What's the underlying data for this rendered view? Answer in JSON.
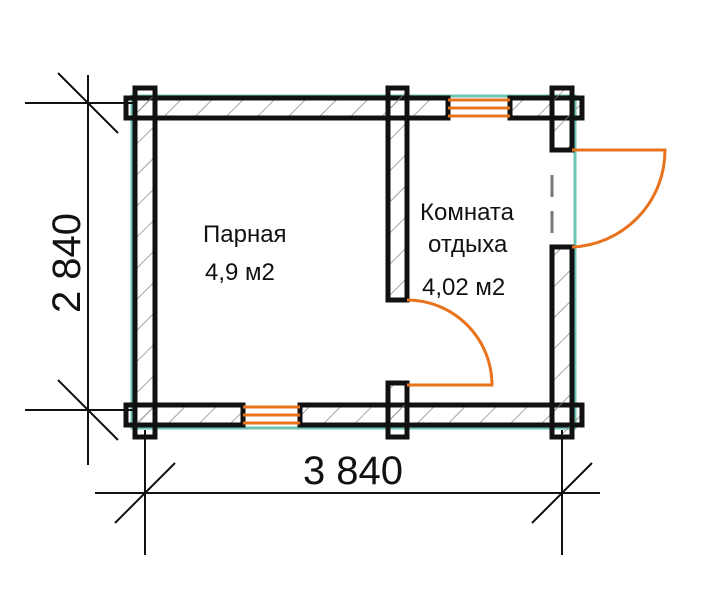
{
  "rooms": [
    {
      "name": "Парная",
      "area": "4,9 м2"
    },
    {
      "name_line1": "Комната",
      "name_line2": "отдыха",
      "area": "4,02 м2"
    }
  ],
  "dimensions": {
    "height": "2 840",
    "width": "3 840"
  },
  "colors": {
    "wall": "#111111",
    "door": "#e8731c",
    "outline": "#6cc4b4",
    "hatch": "#888888"
  }
}
